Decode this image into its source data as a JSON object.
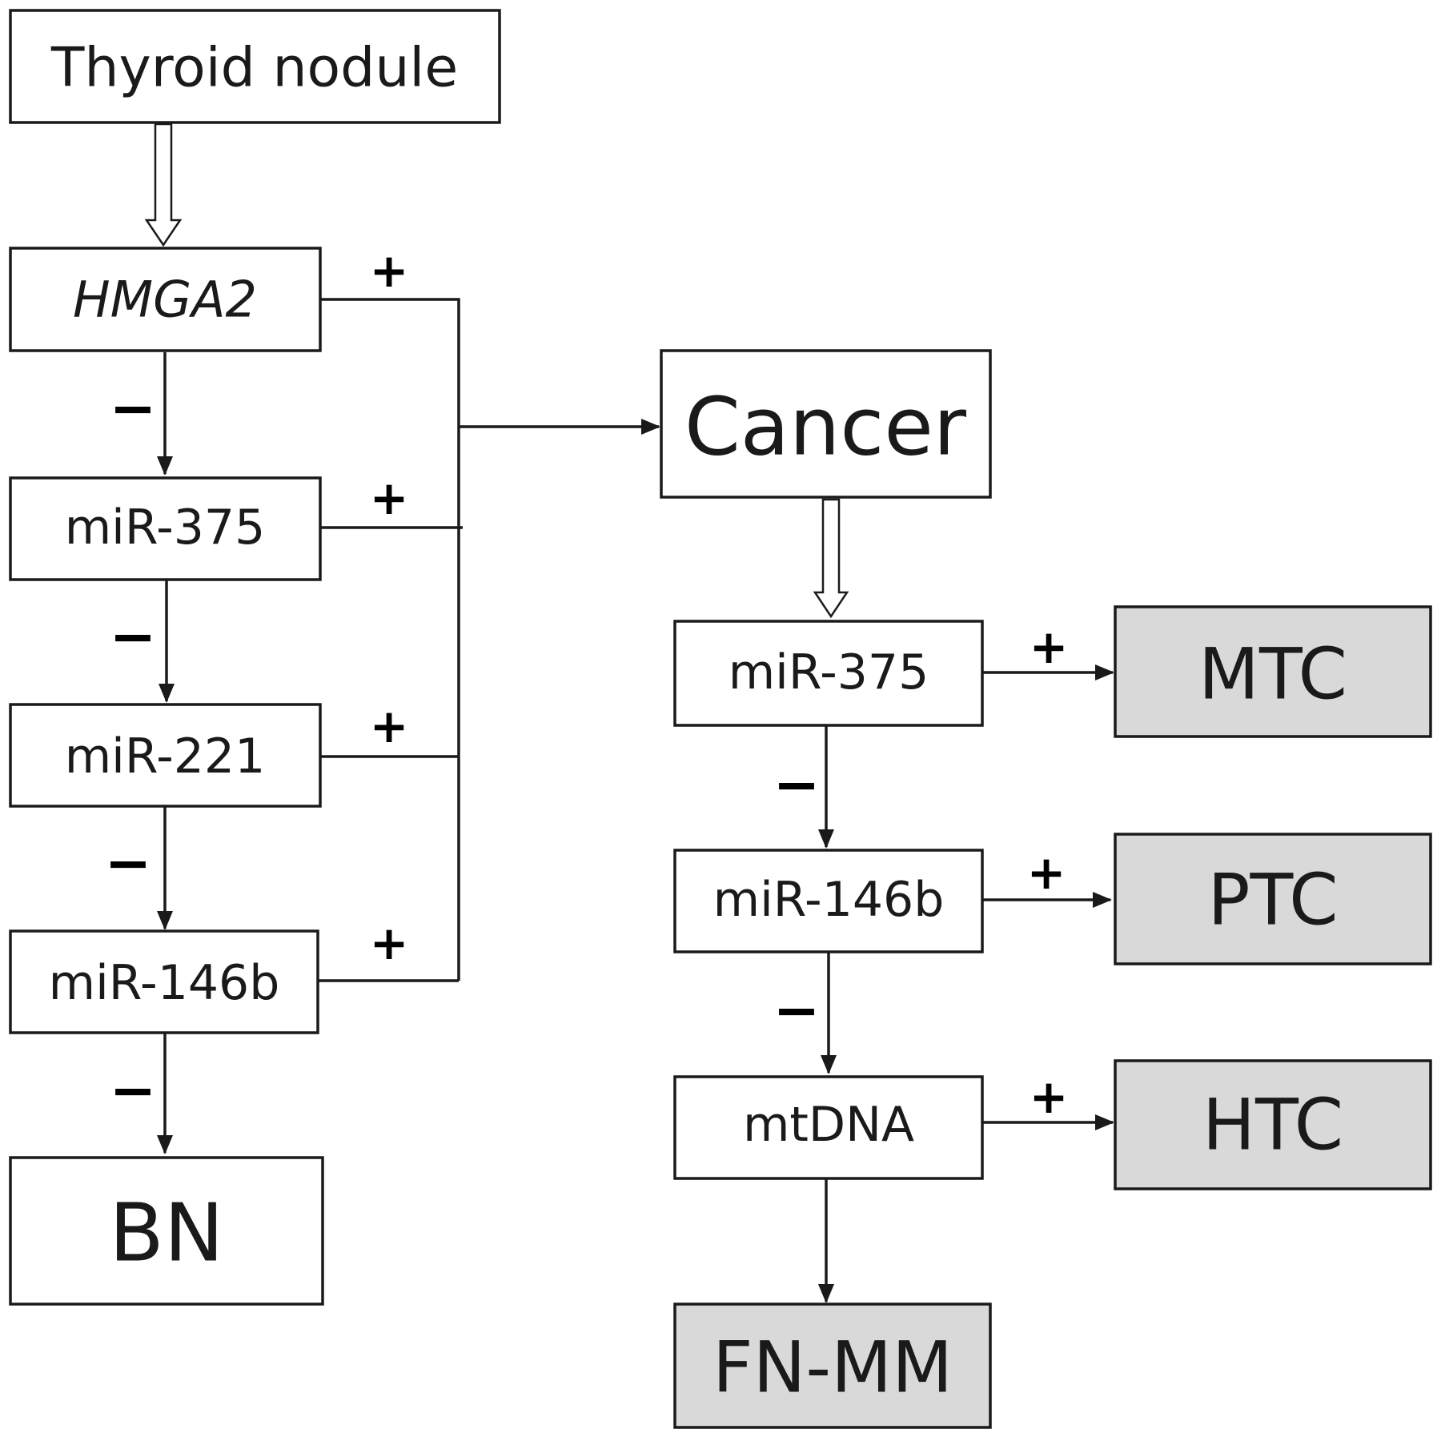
{
  "diagram": {
    "nodes": {
      "thyroid_nodule": "Thyroid nodule",
      "hmga2": "HMGA2",
      "left_mir375": "miR-375",
      "left_mir221": "miR-221",
      "left_mir146b": "miR-146b",
      "bn": "BN",
      "cancer": "Cancer",
      "right_mir375": "miR-375",
      "right_mir146b": "miR-146b",
      "mtdna": "mtDNA",
      "mtc": "MTC",
      "ptc": "PTC",
      "htc": "HTC",
      "fn_mm": "FN-MM"
    },
    "signs": {
      "plus": "+",
      "minus": "−"
    },
    "colors": {
      "stroke": "#1a1a1a",
      "outcome_fill": "#d9d9d9"
    }
  }
}
